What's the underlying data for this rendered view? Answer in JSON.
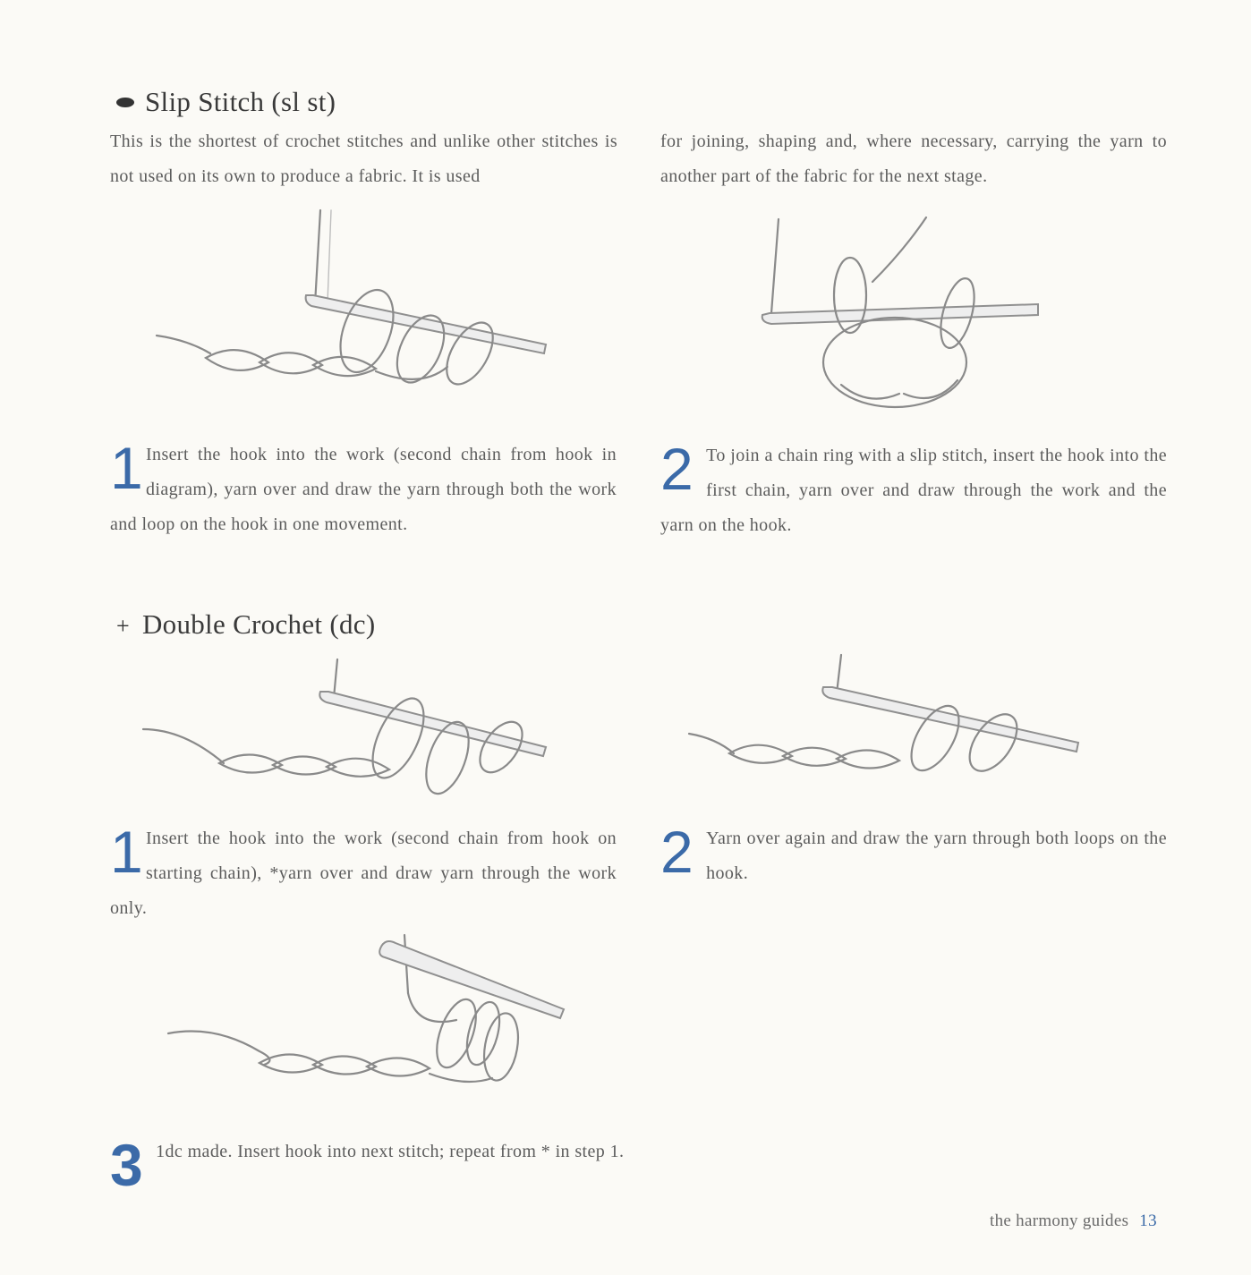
{
  "sections": {
    "slip": {
      "heading": "Slip Stitch (sl st)",
      "intro_left": "This is the shortest of crochet stitches and unlike other stitches is not used on its own to produce a fabric. It is used",
      "intro_right": "for joining, shaping and, where necessary, carrying the yarn to another part of the fabric for the next stage.",
      "step1": {
        "num": "1",
        "text": "Insert the hook into the work (second chain from hook in diagram), yarn over and draw the yarn through both the work and loop on the hook in one movement."
      },
      "step2": {
        "num": "2",
        "text": "To join a chain ring with a slip stitch, insert the hook into the first chain, yarn over and draw through the work and the yarn on the hook."
      }
    },
    "double": {
      "heading": "Double Crochet (dc)",
      "step1": {
        "num": "1",
        "text": "Insert the hook into the work (second chain from hook on starting chain), *yarn over and draw yarn through the work only."
      },
      "step2": {
        "num": "2",
        "text": "Yarn over again and draw the yarn through both loops on the hook."
      },
      "step3": {
        "num": "3",
        "text": "1dc made. Insert hook into next stitch; repeat from * in step 1."
      }
    }
  },
  "footer": {
    "label": "the harmony guides",
    "page": "13"
  }
}
